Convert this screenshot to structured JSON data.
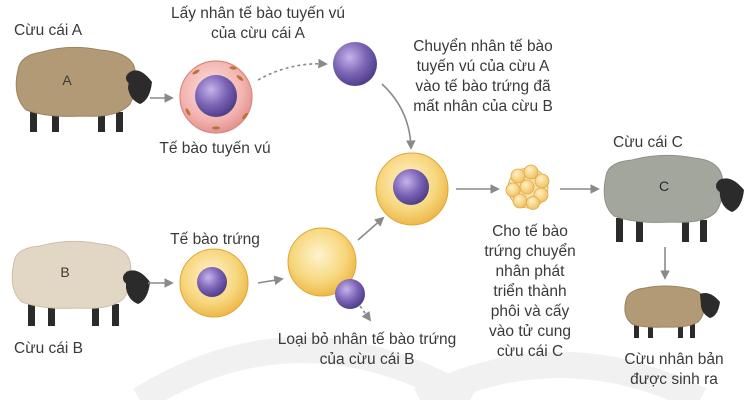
{
  "labels": {
    "sheep_a": "Cừu cái A",
    "sheep_b": "Cừu cái B",
    "sheep_c": "Cừu cái C",
    "take_nucleus": [
      "Lấy nhân tế bào tuyến vú",
      "của cừu cái A"
    ],
    "mammary_cell": "Tế bào tuyến vú",
    "transfer_nucleus": [
      "Chuyển nhân tế bào",
      "tuyến vú của cừu A",
      "vào tế bào trứng đã",
      "mất nhân của cừu B"
    ],
    "egg_cell": "Tế bào trứng",
    "remove_nucleus": [
      "Loại bỏ nhân tế bào trứng",
      "của cừu cái B"
    ],
    "embryo_step": [
      "Cho tế bào",
      "trứng chuyển",
      "nhân phát",
      "triển thành",
      "phôi và cấy",
      "vào tử cung",
      "cừu cái C"
    ],
    "clone": [
      "Cừu nhân bản",
      "được sinh ra"
    ]
  },
  "sheep_letters": {
    "a": "A",
    "b": "B",
    "c": "C"
  },
  "colors": {
    "sheep_a_wool": "#b39a76",
    "sheep_b_wool": "#e2d6c4",
    "sheep_c_wool": "#a3a69c",
    "clone_wool": "#b39a76",
    "sheep_face": "#2b2b2b",
    "nucleus": "#6f58a8",
    "egg_cytoplasm": "#f3c85f",
    "mammary_cell": "#e9a8a6",
    "arrow": "#8a8a8a",
    "text": "#3a3a3a"
  }
}
